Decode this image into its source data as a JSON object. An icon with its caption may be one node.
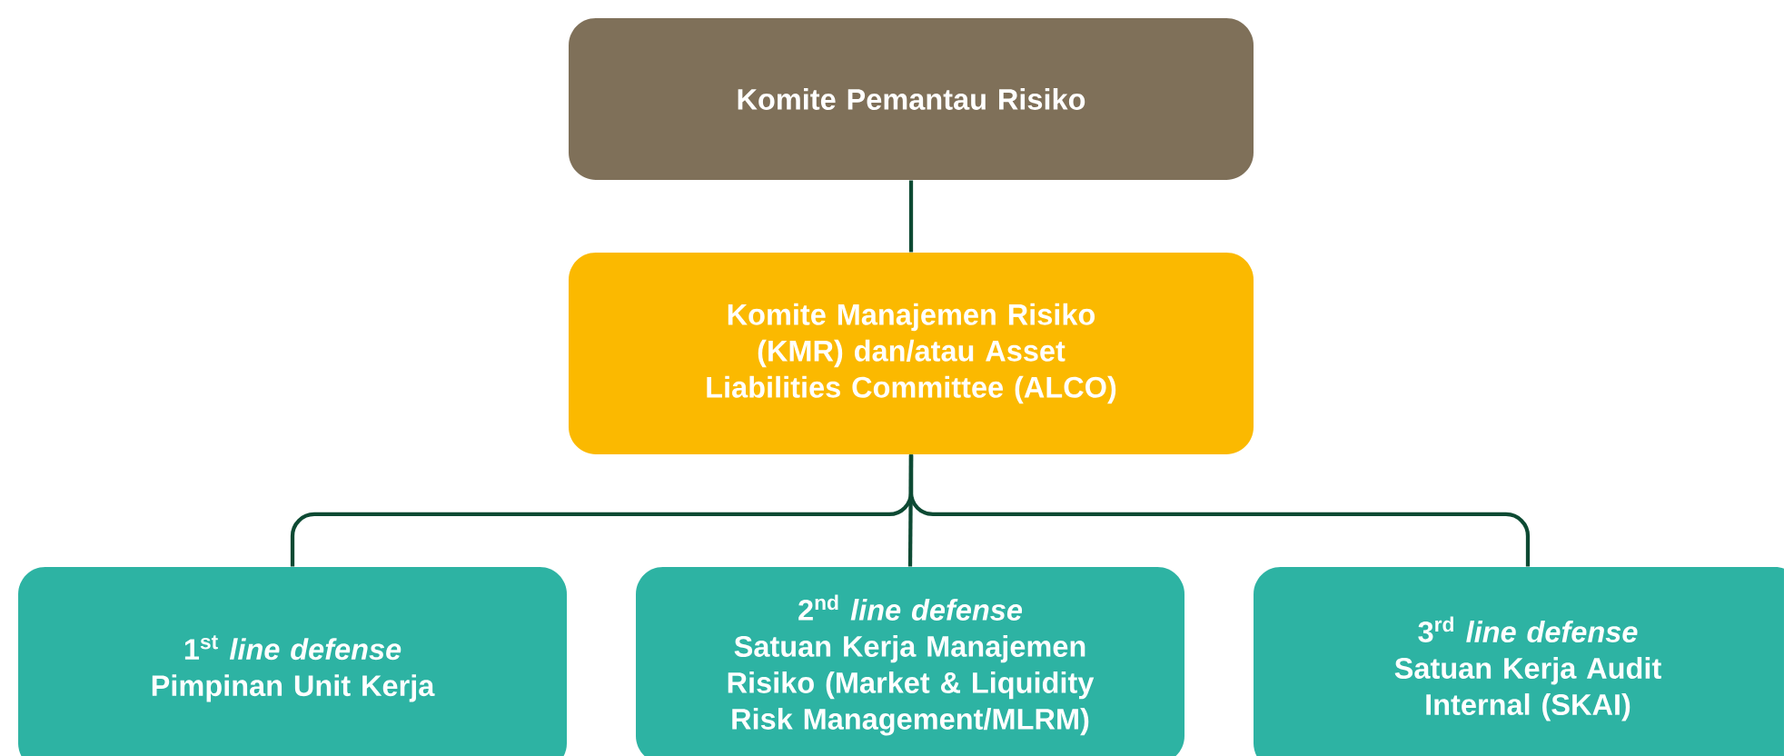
{
  "diagram": {
    "nodes": [
      {
        "text": [
          "Komite Pemantau Risiko"
        ]
      },
      {
        "text": [
          "Komite Manajemen Risiko (KMR) dan/atau Asset Liabilities Committee (ALCO)"
        ]
      },
      {
        "text": [
          "1$^{st}$ *line defense*",
          "Pimpinan Unit Kerja"
        ]
      },
      {
        "text": [
          "2$^{nd}$ *line defense*",
          "Satuan Kerja Manajemen Risiko (Market & Liquidity Risk Management/MLRM)"
        ]
      },
      {
        "text": [
          "3$^{rd}$ *line defense*",
          "Satuan Kerja Audit Internal (SKAI)"
        ]
      }
    ],
    "edges": [
      {
        "from": 0,
        "to": 1,
        "arrow": "none"
      },
      {
        "from": 1,
        "to": 2,
        "arrow": "none"
      },
      {
        "from": 1,
        "to": 3,
        "arrow": "none"
      },
      {
        "from": 1,
        "to": 4,
        "arrow": "none"
      }
    ]
  }
}
